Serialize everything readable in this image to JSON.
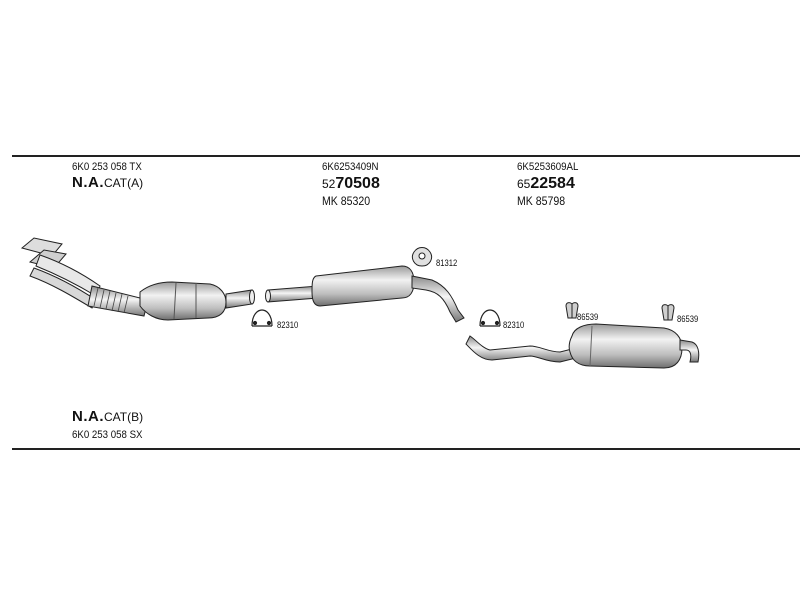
{
  "parts": {
    "cat_a": {
      "part_no": "6K0 253 058 TX",
      "label_bold": "N.A.",
      "label_rest": "CAT(A)"
    },
    "mid": {
      "part_no": "6K6253409N",
      "num_prefix": "52",
      "num_main": "70508",
      "mk": "MK 85320"
    },
    "rear": {
      "part_no": "6K5253609AL",
      "num_prefix": "65",
      "num_main": "22584",
      "mk": "MK 85798"
    },
    "cat_b": {
      "label_bold": "N.A.",
      "label_rest": "CAT(B)",
      "part_no": "6K0 253 058 SX"
    }
  },
  "hardware": {
    "clamp_1": "82310",
    "gasket": "81312",
    "clamp_2": "82310",
    "hanger_1": "86539",
    "hanger_2": "86539"
  },
  "icons": [
    "exhaust-manifold-icon",
    "catalytic-converter-icon",
    "front-pipe-icon",
    "middle-silencer-icon",
    "rear-silencer-icon",
    "clamp-icon",
    "gasket-icon",
    "rubber-hanger-icon"
  ]
}
